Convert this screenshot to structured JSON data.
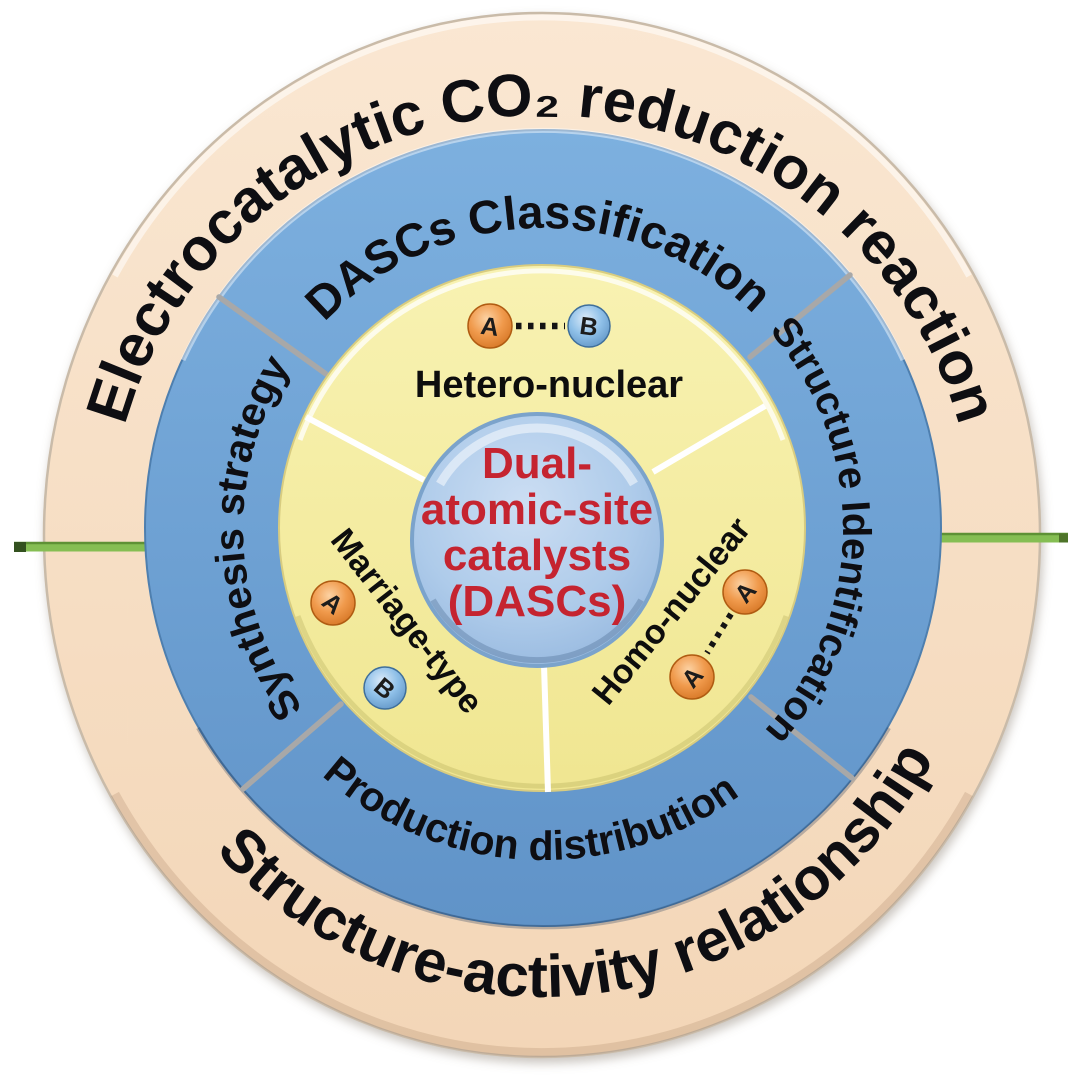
{
  "figure": {
    "outer_ring": {
      "top_text": "Electrocatalytic CO₂ reduction reaction",
      "bottom_text": "Structure-activity relationship",
      "fill": "#F7DFC5"
    },
    "middle_ring": {
      "fill": "#6FA6D8",
      "sections": {
        "top": "DASCs Classification",
        "right": "Structure Identification",
        "bottom": "Production distribution",
        "left": "Synthesis strategy"
      }
    },
    "inner_ring": {
      "fill": "#F6EEA2",
      "sections": {
        "top": {
          "label": "Hetero-nuclear",
          "atoms": [
            "A",
            "B"
          ],
          "bond": "dotted"
        },
        "right": {
          "label": "Homo-nuclear",
          "atoms": [
            "A",
            "A"
          ],
          "bond": "dotted"
        },
        "left": {
          "label": "Marriage-type",
          "atoms": [
            "A",
            "B"
          ],
          "bond": "none"
        }
      }
    },
    "core": {
      "fill": "#AECBEA",
      "text_color": "#C52430",
      "lines": [
        "Dual-",
        "atomic-site",
        "catalysts",
        "(DASCs)"
      ]
    },
    "colors": {
      "atom_a": "#EF9A4C",
      "atom_b": "#8FC0E8",
      "axis_line_green": "#85BE53",
      "middle_divider_gray": "#A8A8A8",
      "inner_divider_white": "#FFFFFF",
      "ring_text": "#0E0E12"
    }
  }
}
